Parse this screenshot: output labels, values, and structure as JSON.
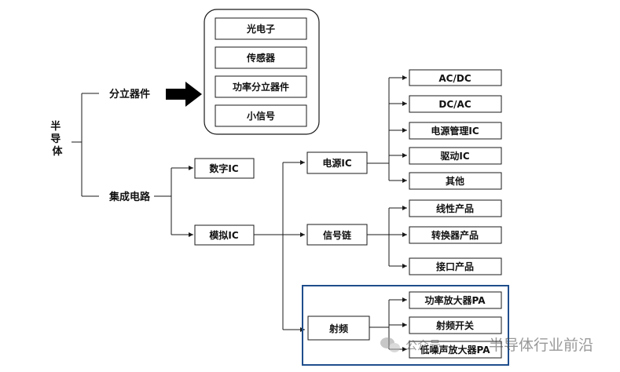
{
  "diagram": {
    "root": "半导体",
    "branches": {
      "discrete": "分立器件",
      "ic": "集成电路"
    },
    "discrete_items": [
      "光电子",
      "传感器",
      "功率分立器件",
      "小信号"
    ],
    "ic_types": {
      "digital": "数字IC",
      "analog": "模拟IC"
    },
    "analog_groups": {
      "power": "电源IC",
      "signal": "信号链",
      "rf": "射频"
    },
    "power_items": [
      "AC/DC",
      "DC/AC",
      "电源管理IC",
      "驱动IC",
      "其他"
    ],
    "signal_items": [
      "线性产品",
      "转换器产品",
      "接口产品"
    ],
    "rf_items": [
      "功率放大器PA",
      "射频开关",
      "低噪声放大器PA"
    ]
  },
  "watermark": {
    "label": "公众号",
    "name": "半导体行业前沿"
  },
  "colors": {
    "line": "#1a1a1a",
    "highlight_border": "#1f4e8c",
    "arrow": "#000000"
  }
}
